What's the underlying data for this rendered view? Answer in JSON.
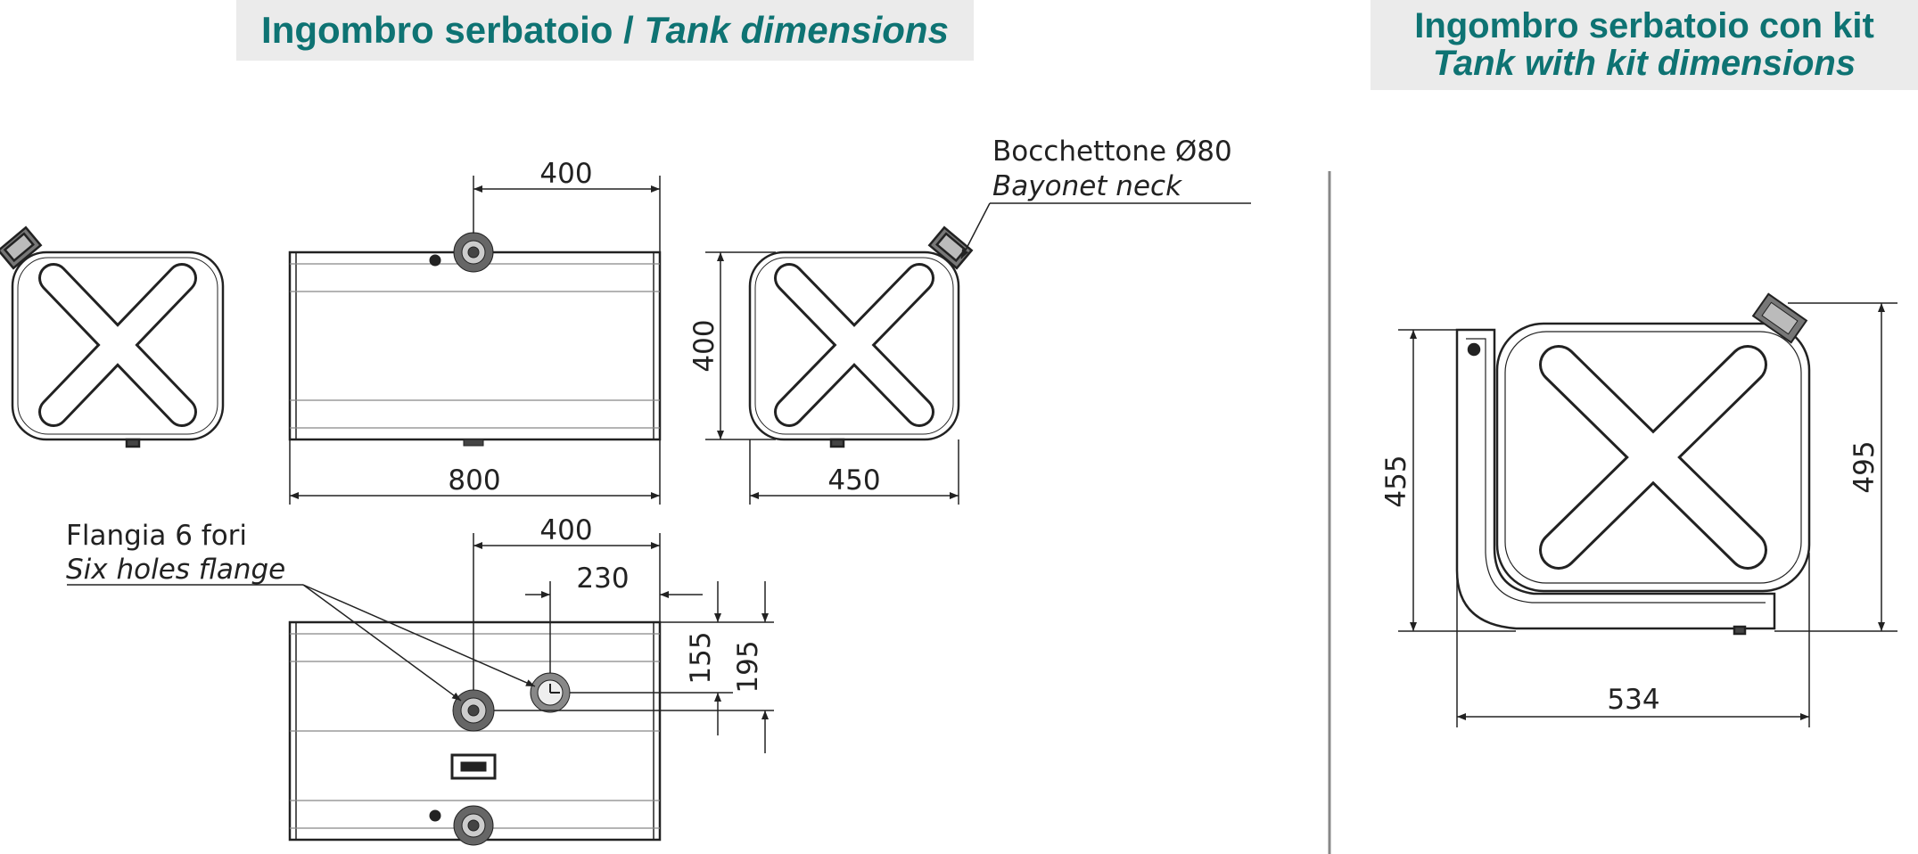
{
  "titles": {
    "left_it": "Ingombro serbatoio",
    "left_sep": " / ",
    "left_en": "Tank dimensions",
    "right_it": "Ingombro serbatoio con kit",
    "right_en": "Tank with kit dimensions"
  },
  "notes": {
    "neck_it": "Bocchettone Ø80",
    "neck_en": "Bayonet neck",
    "flange_it": "Flangia 6 fori",
    "flange_en": "Six holes flange"
  },
  "dimensions": {
    "top_neck_offset": "400",
    "front_length": "800",
    "side_height": "400",
    "side_width": "450",
    "bottom_flange_offset": "400",
    "bottom_flange2_offset": "230",
    "bottom_155": "155",
    "bottom_195": "195",
    "kit_height_455": "455",
    "kit_height_495": "495",
    "kit_width_534": "534"
  },
  "colors": {
    "title_text": "#0e7373",
    "title_bg": "#ebebeb",
    "line": "#222222"
  }
}
